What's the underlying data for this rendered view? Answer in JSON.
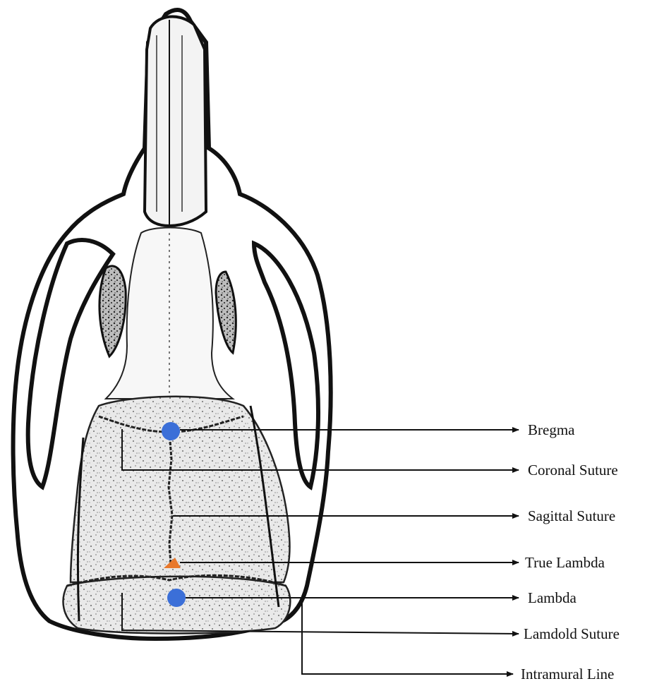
{
  "diagram": {
    "landmarks": [
      {
        "id": "bregma",
        "label": "Bregma",
        "marker": "circle",
        "color": "#3b6fd8"
      },
      {
        "id": "coronal",
        "label": "Coronal Suture",
        "marker": "none"
      },
      {
        "id": "sagittal",
        "label": "Sagittal Suture",
        "marker": "none"
      },
      {
        "id": "true-lambda",
        "label": "True Lambda",
        "marker": "triangle",
        "color": "#e8782c"
      },
      {
        "id": "lambda",
        "label": "Lambda",
        "marker": "circle",
        "color": "#3b6fd8"
      },
      {
        "id": "lamdoid",
        "label": "Lamdold Suture",
        "marker": "none"
      },
      {
        "id": "intramural",
        "label": "Intramural Line",
        "marker": "none"
      }
    ]
  }
}
